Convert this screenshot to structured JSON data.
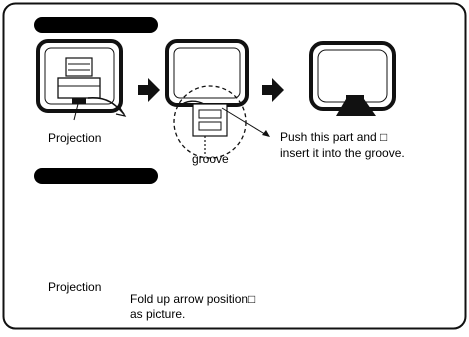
{
  "sections": [
    {
      "label": "Projection",
      "groove": "groove",
      "instruction": [
        "Push this part and □",
        "insert it into the groove."
      ]
    },
    {
      "label": "Projection",
      "instruction": [
        "Fold up arrow position□",
        "as picture."
      ]
    }
  ],
  "icons": [
    "arrow-right-icon",
    "loop-antenna-icon",
    "zoom-circle-icon"
  ],
  "colors": {
    "ink": "#111111",
    "panel": "#ffffff"
  }
}
